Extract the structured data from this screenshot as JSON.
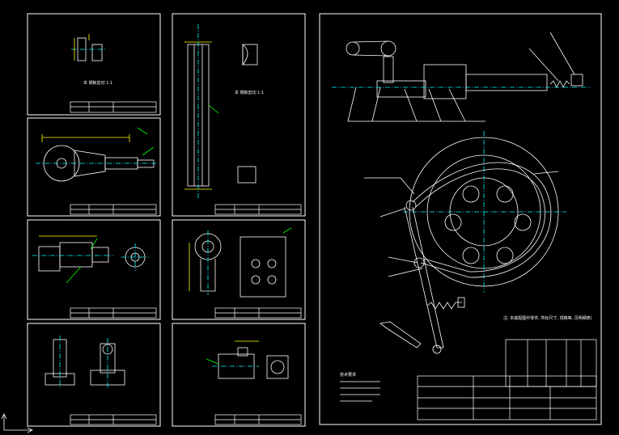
{
  "notes": {
    "tech_requirements_label": "技术要求",
    "sheet4_note": "本 钢板剪切 1:1",
    "assembly_note": "注: 本装配图中零件, 所标尺寸, 规格等, 见明细表)"
  },
  "colors": {
    "line": "#ffffff",
    "dimension": "#ffff00",
    "leader": "#00ff00",
    "centerline": "#00ffff",
    "background": "#000000"
  }
}
